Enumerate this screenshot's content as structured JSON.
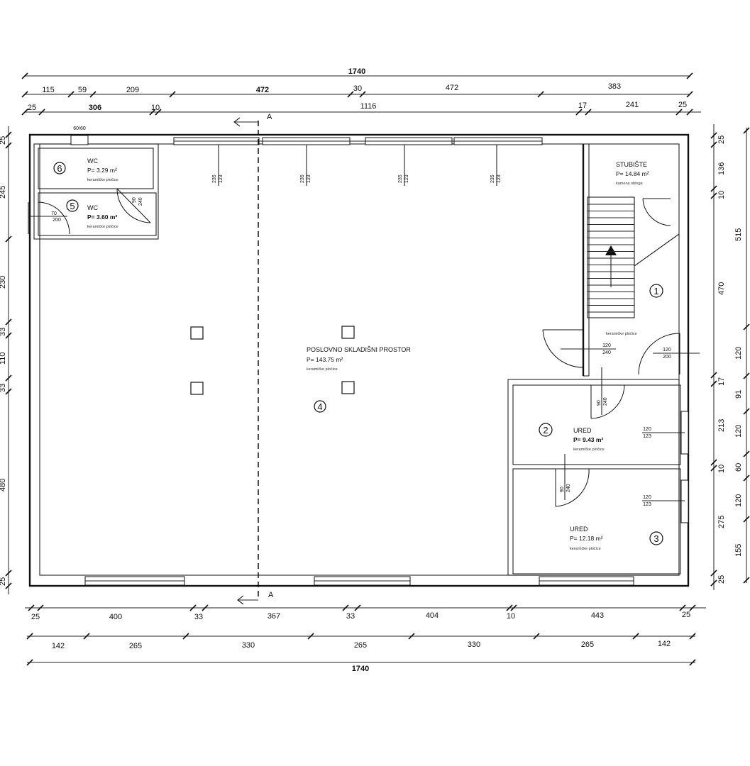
{
  "top_dims": {
    "total": "1740",
    "row2": [
      "115",
      "59",
      "209",
      "472",
      "30",
      "472",
      "383"
    ],
    "row3": [
      "25",
      "306",
      "10",
      "1116",
      "17",
      "241",
      "25"
    ]
  },
  "bottom_dims": {
    "row1": [
      "25",
      "400",
      "33",
      "367",
      "33",
      "404",
      "10",
      "443",
      "25"
    ],
    "row2": [
      "142",
      "265",
      "330",
      "265",
      "330",
      "265",
      "142"
    ],
    "total": "1740"
  },
  "left_dims": [
    "25",
    "245",
    "230",
    "33",
    "110",
    "33",
    "480",
    "25"
  ],
  "right_dims_inner": [
    "25",
    "136",
    "10",
    "470",
    "17",
    "213",
    "10",
    "275",
    "25"
  ],
  "right_dims_outer": [
    "515",
    "120",
    "91",
    "120",
    "60",
    "120",
    "155"
  ],
  "section_label": "A",
  "rooms": {
    "r1": {
      "num": "1",
      "name": "STUBIŠTE",
      "area": "P= 14.84 m²",
      "floor": "kamena obloga",
      "floor2": "keramičke pločice"
    },
    "r2": {
      "num": "2",
      "name": "URED",
      "area": "P= 9.43 m²",
      "floor": "keramičke pločice"
    },
    "r3": {
      "num": "3",
      "name": "URED",
      "area": "P= 12.18 m²",
      "floor": "keramičke pločice"
    },
    "r4": {
      "num": "4",
      "name": "POSLOVNO SKLADIŠNI PROSTOR",
      "area": "P= 143.75 m²",
      "floor": "keramičke pločice"
    },
    "r5": {
      "num": "5",
      "name": "WC",
      "area": "P= 3.60 m²",
      "floor": "keramičke pločice"
    },
    "r6": {
      "num": "6",
      "name": "WC",
      "area": "P= 3.29 m²",
      "floor": "keramičke pločice"
    }
  },
  "openings": {
    "window_top": "235\n123",
    "win_top_a": "235",
    "win_top_b": "123",
    "door_wc6": [
      "90",
      "240"
    ],
    "door_wc5": [
      "70",
      "200"
    ],
    "wc_vent": "60/60",
    "door_main": [
      "120",
      "240"
    ],
    "door_stair": [
      "120",
      "200"
    ],
    "door_ured2": [
      "90",
      "240"
    ],
    "door_ured3": [
      "90",
      "240"
    ],
    "win_ured2": [
      "120",
      "123"
    ],
    "win_ured3": [
      "120",
      "123"
    ]
  }
}
